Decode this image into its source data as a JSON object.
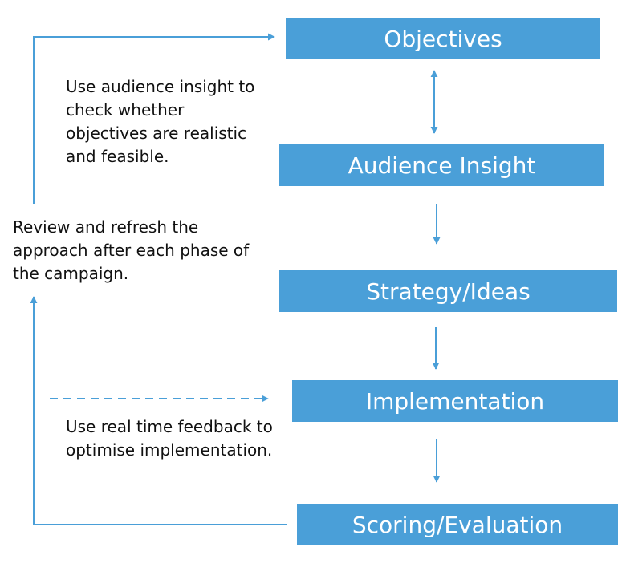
{
  "colors": {
    "box_fill": "#4a9fd8",
    "arrow": "#4a9fd8",
    "text_on_box": "#ffffff",
    "note_text": "#111111"
  },
  "boxes": {
    "objectives": "Objectives",
    "audience_insight": "Audience Insight",
    "strategy": "Strategy/Ideas",
    "implementation": "Implementation",
    "scoring": "Scoring/Evaluation"
  },
  "notes": {
    "audience_check": "Use audience insight to check whether objectives are realistic and feasible.",
    "review": "Review and refresh the approach after each phase of the campaign.",
    "feedback": "Use real time feedback to optimise implementation."
  }
}
